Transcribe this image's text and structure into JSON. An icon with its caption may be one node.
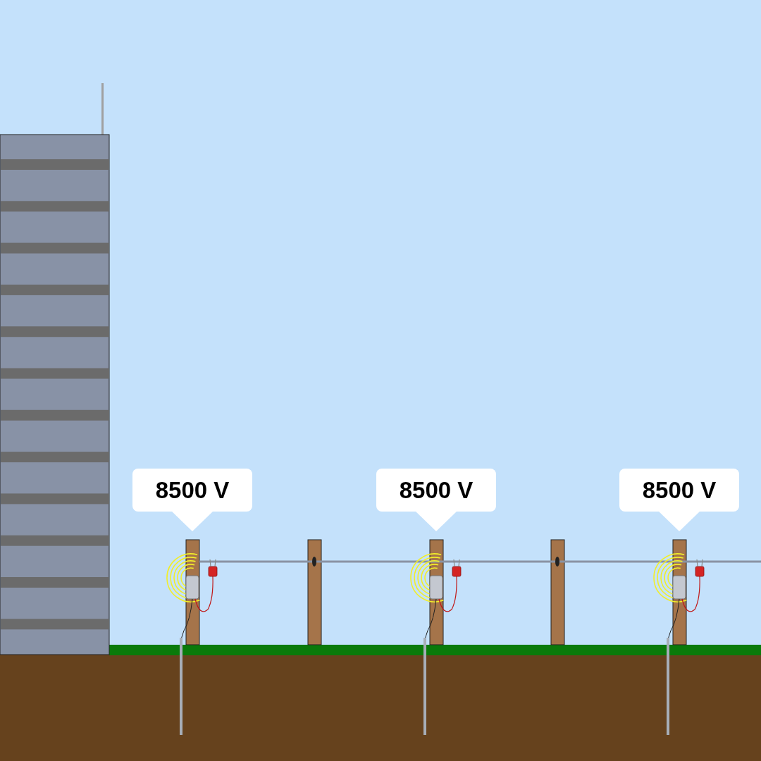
{
  "diagram": {
    "nodes": [
      {
        "text": [
          "8500 V"
        ]
      },
      {
        "text": [
          "8500 V"
        ]
      },
      {
        "text": [
          "8500 V"
        ]
      }
    ]
  }
}
